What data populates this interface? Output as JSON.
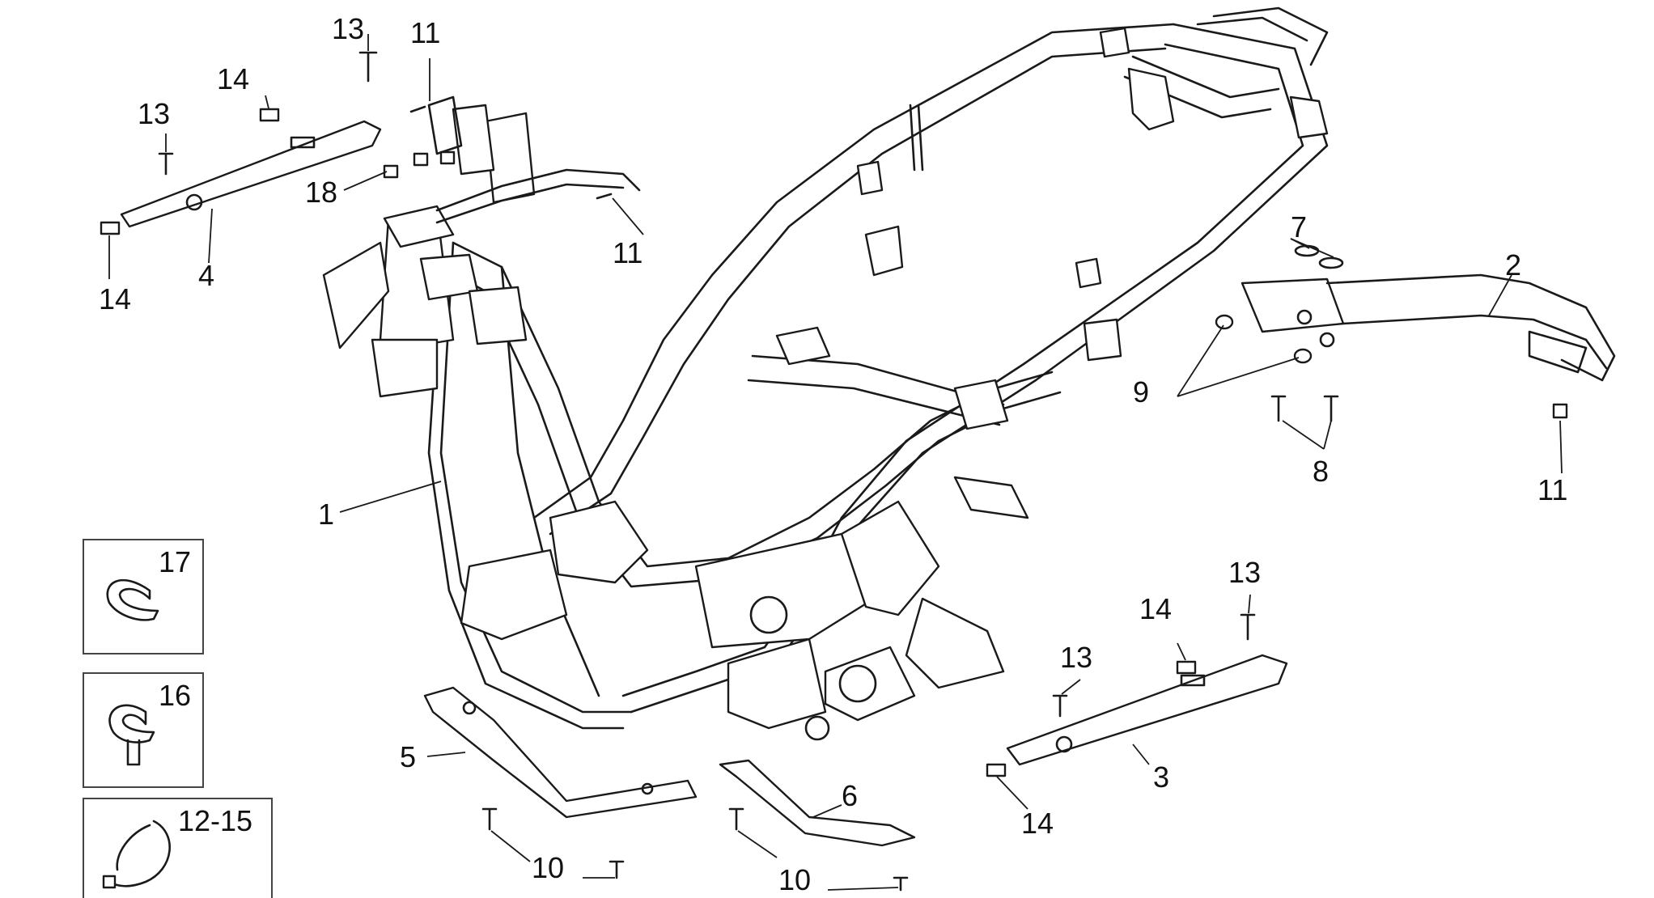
{
  "callouts": {
    "c1": "1",
    "c2": "2",
    "c3": "3",
    "c4": "4",
    "c5": "5",
    "c6": "6",
    "c7": "7",
    "c8": "8",
    "c9": "9",
    "c10a": "10",
    "c10b": "10",
    "c11a": "11",
    "c11b": "11",
    "c11c": "11",
    "c13a": "13",
    "c13b": "13",
    "c13c": "13",
    "c13d": "13",
    "c14a": "14",
    "c14b": "14",
    "c14c": "14",
    "c14d": "14",
    "c18": "18"
  },
  "inset_boxes": {
    "clamp": "17",
    "clip": "16",
    "tie": "12-15"
  },
  "colors": {
    "line": "#1a1a1a",
    "background": "#ffffff"
  }
}
